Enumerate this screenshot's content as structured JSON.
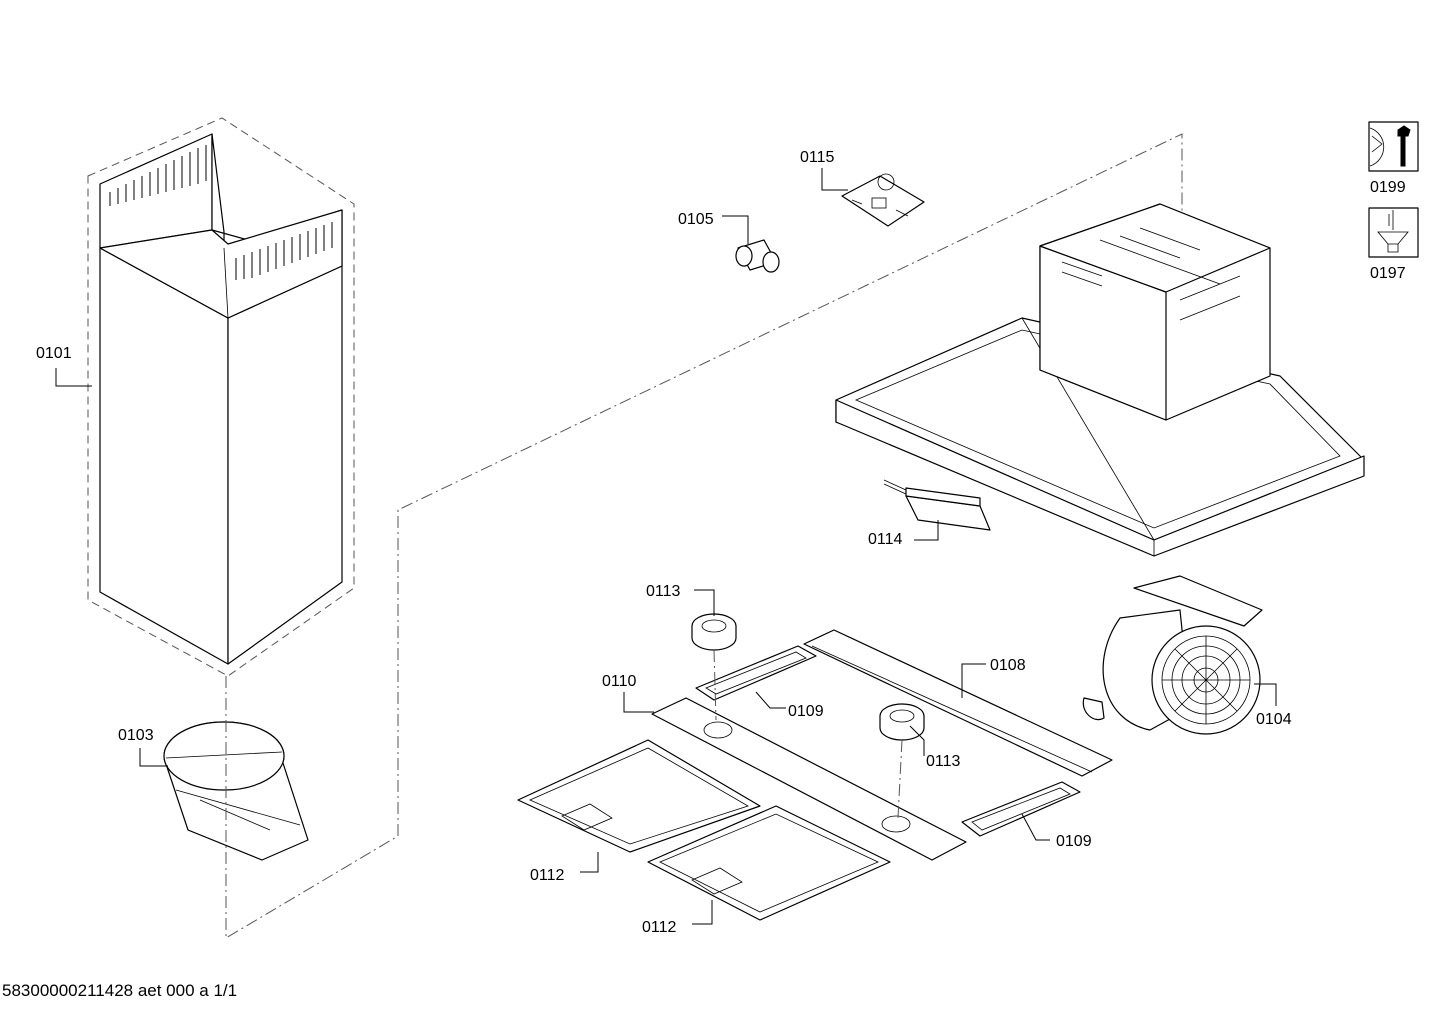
{
  "labels": {
    "p0101": "0101",
    "p0103": "0103",
    "p0104": "0104",
    "p0105": "0105",
    "p0108": "0108",
    "p0109a": "0109",
    "p0109b": "0109",
    "p0110": "0110",
    "p0112a": "0112",
    "p0112b": "0112",
    "p0113a": "0113",
    "p0113b": "0113",
    "p0114": "0114",
    "p0115": "0115",
    "p0197": "0197",
    "p0199": "0199"
  },
  "footer": "58300000211428 aet 000 a 1/1",
  "icons": {
    "service": "wrench-service-icon",
    "screw": "screw-fastener-icon"
  }
}
